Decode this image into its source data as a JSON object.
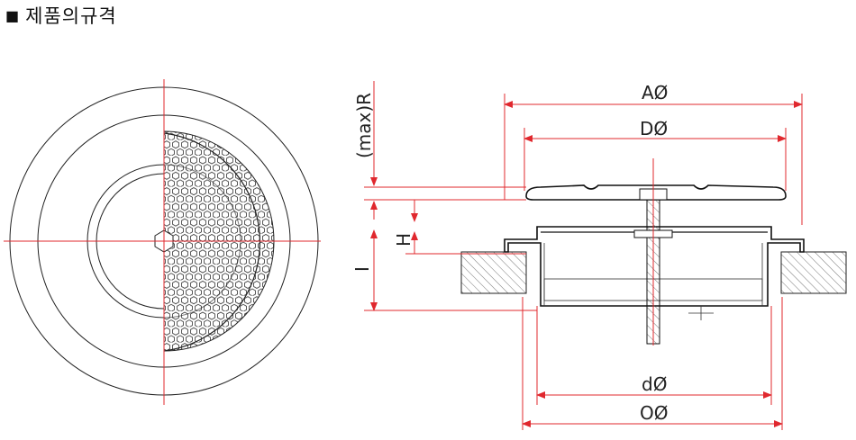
{
  "header": {
    "bullet": "■",
    "title": "제품의규격"
  },
  "dimensions": {
    "A": "AØ",
    "D": "DØ",
    "d": "dØ",
    "O": "OØ",
    "R": "(max)R",
    "H": "H",
    "I": "I"
  },
  "colors": {
    "dimension_line": "#e0282e",
    "outline": "#222222",
    "hatch": "#555555"
  }
}
